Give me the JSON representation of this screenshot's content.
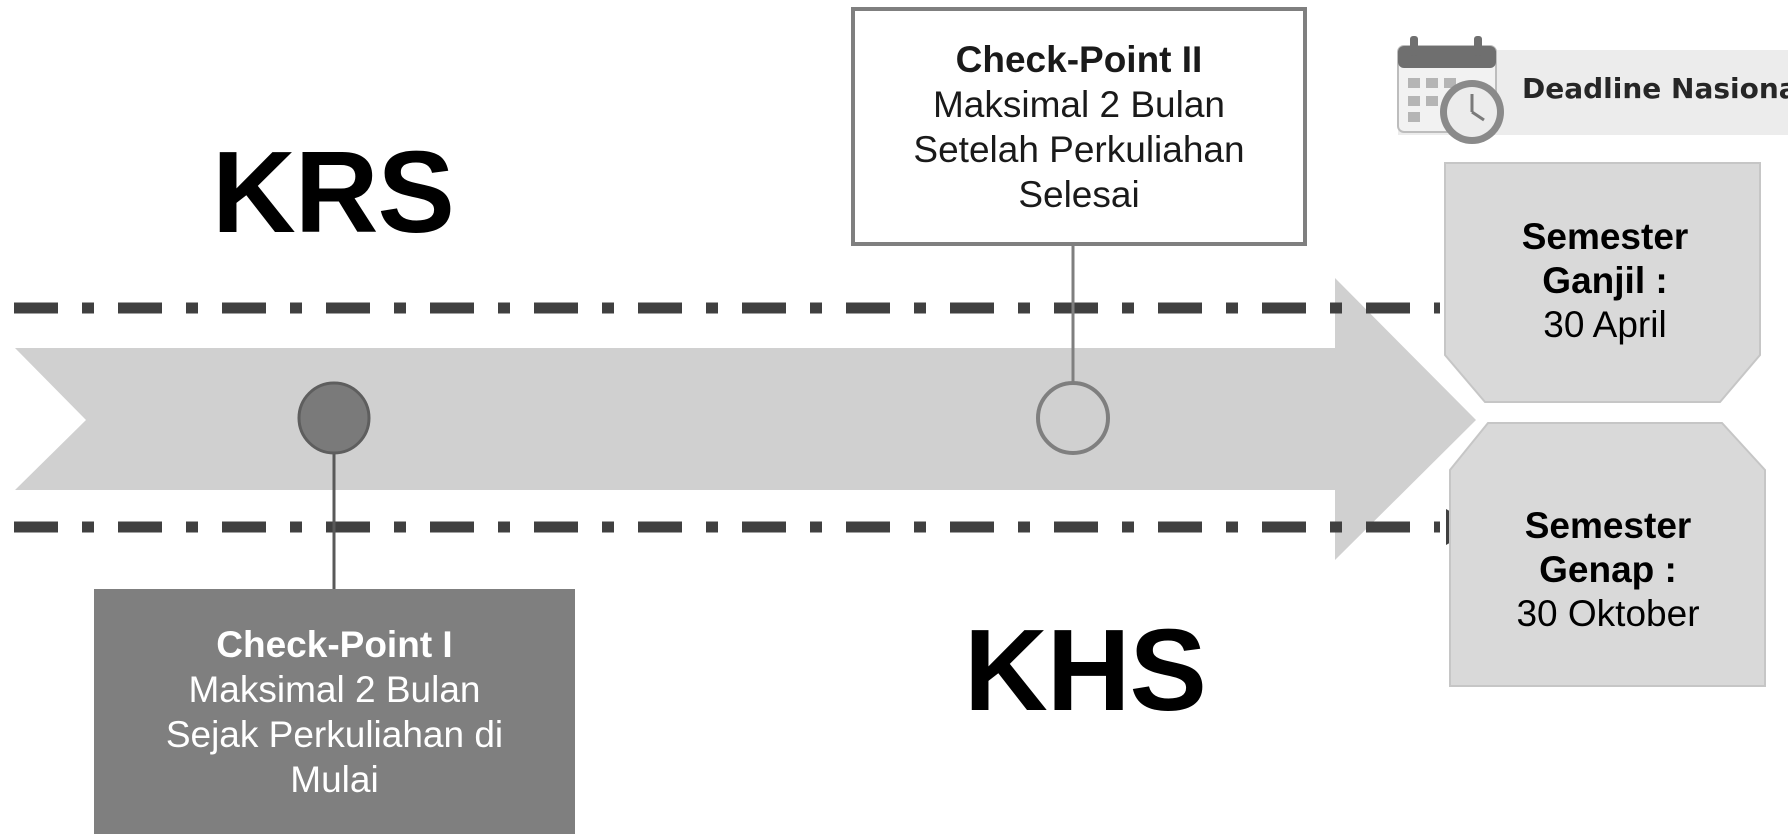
{
  "labels": {
    "top": "KRS",
    "bottom": "KHS"
  },
  "checkpoints": [
    {
      "title": "Check-Point I",
      "lines": [
        "Maksimal 2 Bulan",
        "Sejak Perkuliahan di",
        "Mulai"
      ]
    },
    {
      "title": "Check-Point II",
      "lines": [
        "Maksimal 2 Bulan",
        "Setelah Perkuliahan",
        "Selesai"
      ]
    }
  ],
  "deadline": {
    "title": "Deadline Nasional",
    "icon": "calendar-clock-icon",
    "semesters": [
      {
        "name_1": "Semester",
        "name_2": "Ganjil :",
        "date": "30 April"
      },
      {
        "name_1": "Semester",
        "name_2": "Genap :",
        "date": "30 Oktober"
      }
    ]
  },
  "colors": {
    "arrow": "#d0d0d0",
    "dash": "#404040",
    "checkpoint_dark": "#7f7f7f",
    "box_border": "#7f7f7f",
    "semester_box": "#d9d9d9"
  }
}
